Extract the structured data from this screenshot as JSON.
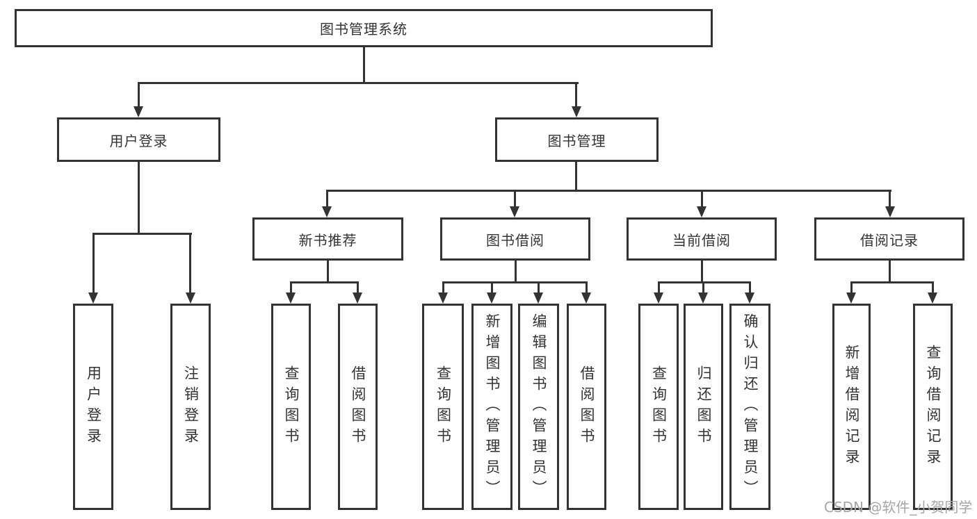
{
  "diagram": {
    "nodes": {
      "root": "图书管理系统",
      "user_login": "用户登录",
      "book_mgmt": "图书管理",
      "new_books": "新书推荐",
      "book_borrow": "图书借阅",
      "current_borrow": "当前借阅",
      "borrow_records": "借阅记录"
    },
    "leaves": {
      "user_login": [
        "用户登录",
        "注销登录"
      ],
      "new_books": [
        "查询图书",
        "借阅图书"
      ],
      "book_borrow": [
        "查询图书",
        "新增图书（管理员）",
        "编辑图书（管理员）",
        "借阅图书"
      ],
      "current_borrow": [
        "查询图书",
        "归还图书",
        "确认归还（管理员）"
      ],
      "borrow_records": [
        "新增借阅记录",
        "查询借阅记录"
      ]
    },
    "watermark": "CSDN @软件_小贺同学",
    "colors": {
      "line": "#333333",
      "text": "#333333",
      "watermark": "#a6a6a6",
      "background": "#ffffff"
    }
  }
}
